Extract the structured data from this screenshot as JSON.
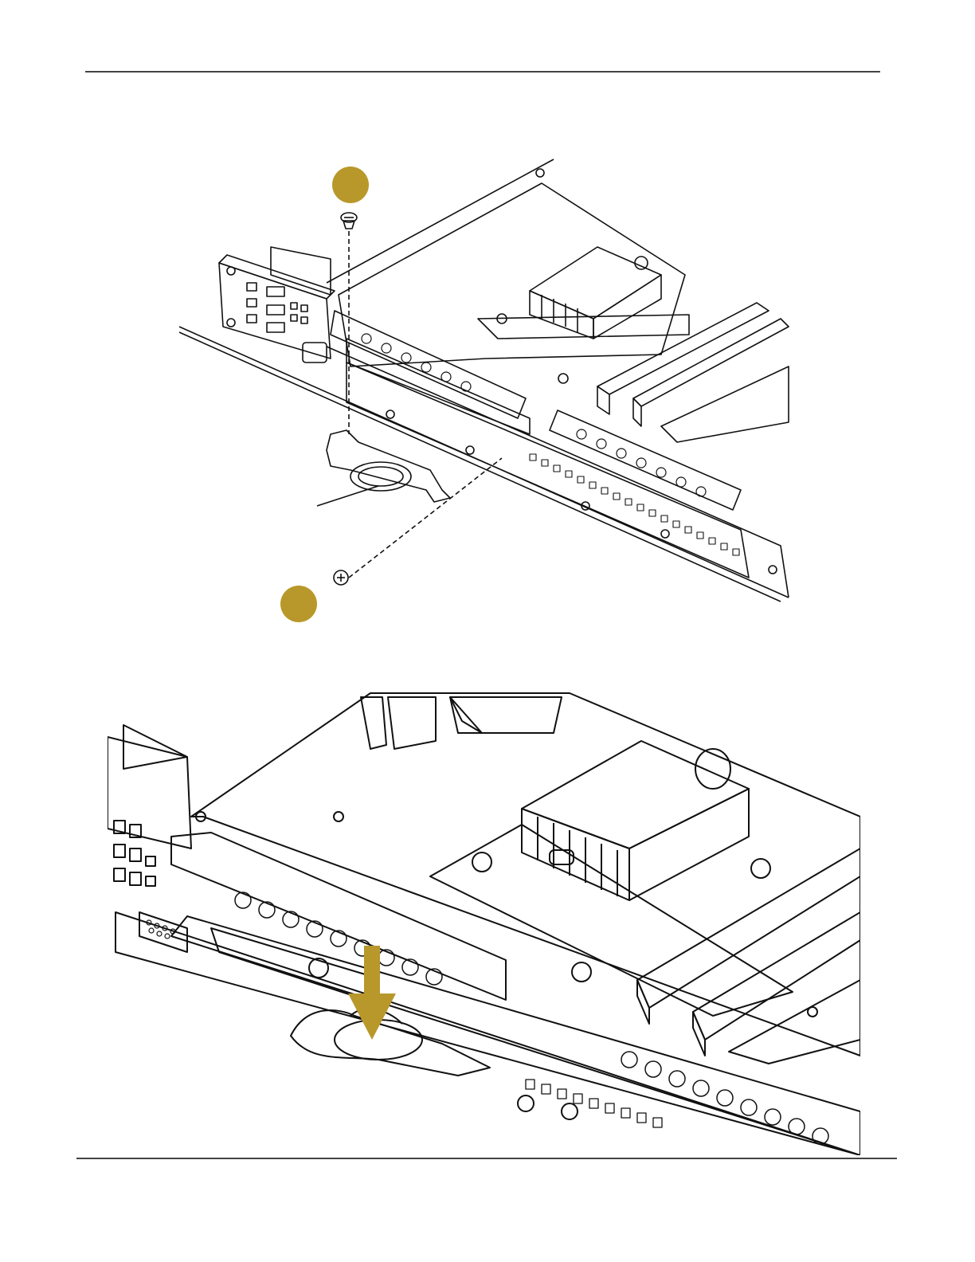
{
  "colors": {
    "accent": "#B8982A",
    "line": "#111111",
    "rule": "#444444"
  },
  "callouts": [
    {
      "name": "step-callout-top",
      "label": ""
    },
    {
      "name": "step-callout-bottom",
      "label": ""
    }
  ],
  "arrow": {
    "direction": "down",
    "color": "#B8982A"
  }
}
